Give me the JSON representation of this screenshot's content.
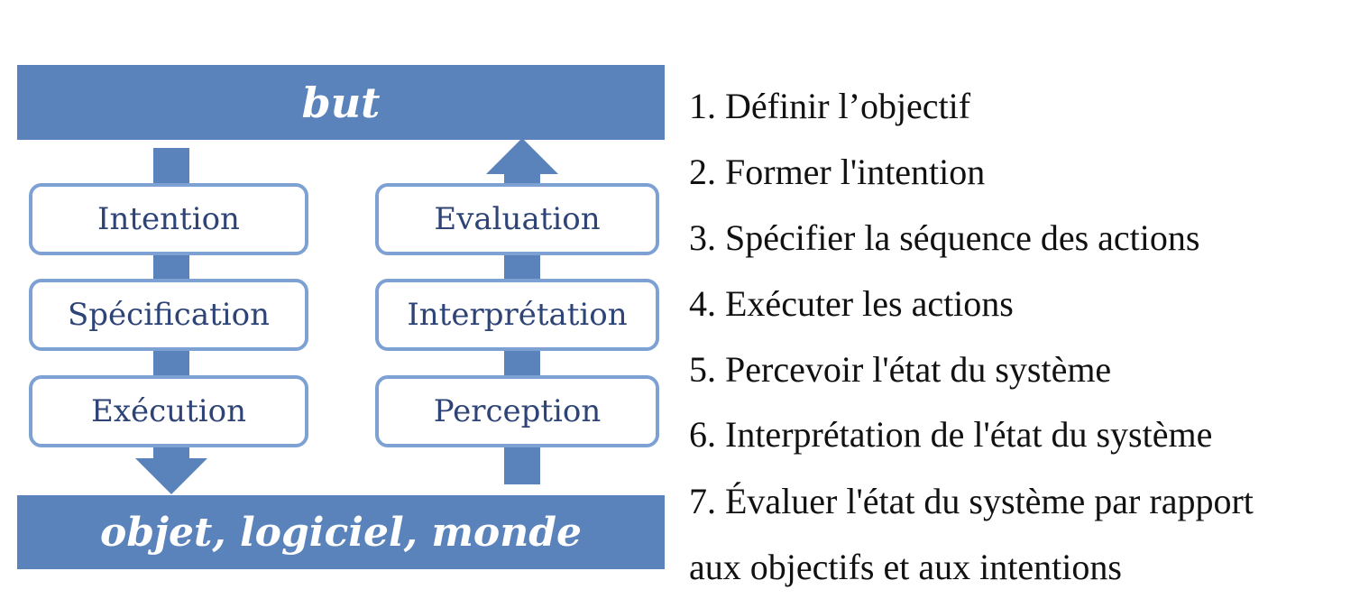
{
  "diagram": {
    "top_band": "but",
    "bottom_band": "objet, logiciel, monde",
    "execution_column": [
      "Intention",
      "Spécification",
      "Exécution"
    ],
    "evaluation_column": [
      "Evaluation",
      "Interprétation",
      "Perception"
    ],
    "color": "#5b83bb",
    "box_border_color": "#7da1d3",
    "box_text_color": "#2e4476"
  },
  "steps": [
    "1. Définir l’objectif",
    "2. Former l'intention",
    "3. Spécifier la séquence des actions",
    "4. Exécuter les actions",
    "5. Percevoir l'état du système",
    "6. Interprétation de l'état du système",
    "7. Évaluer l'état du système par rapport",
    "aux objectifs et aux intentions"
  ]
}
